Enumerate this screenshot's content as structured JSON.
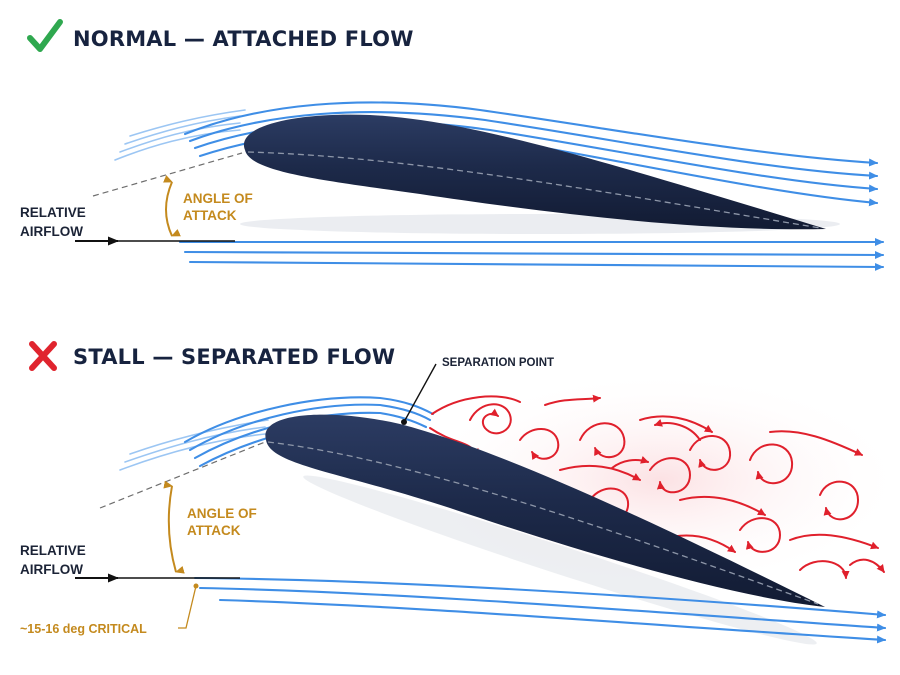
{
  "normal": {
    "title": "NORMAL — ATTACHED FLOW",
    "relative_airflow_line1": "RELATIVE",
    "relative_airflow_line2": "AIRFLOW",
    "angle_line1": "ANGLE OF",
    "angle_line2": "ATTACK",
    "status_icon": "check-icon"
  },
  "stall": {
    "title": "STALL — SEPARATED FLOW",
    "relative_airflow_line1": "RELATIVE",
    "relative_airflow_line2": "AIRFLOW",
    "angle_line1": "ANGLE OF",
    "angle_line2": "ATTACK",
    "separation_point": "SEPARATION POINT",
    "critical_angle": "~15-16 deg CRITICAL",
    "status_icon": "cross-icon"
  },
  "colors": {
    "airfoil": "#1c2947",
    "streamline": "#3f8ee6",
    "vortex": "#e0202c",
    "angle_annotation": "#c48a1e",
    "check": "#2fa84f",
    "cross": "#e0242e"
  }
}
